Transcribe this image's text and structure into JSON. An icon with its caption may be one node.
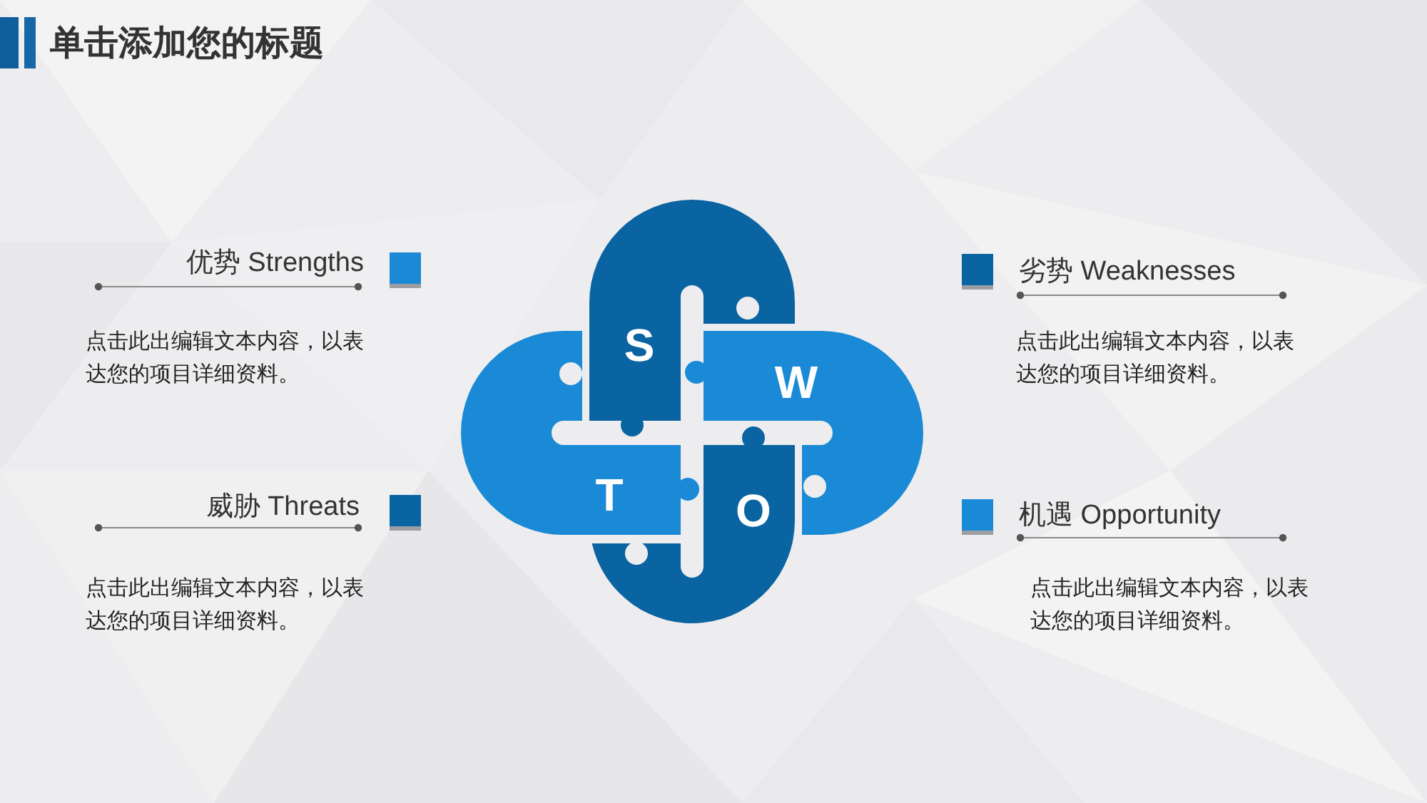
{
  "diagram": {
    "title": "单击添加您的标题",
    "nodes": [
      {
        "text": [
          "S"
        ]
      },
      {
        "text": [
          "W"
        ]
      },
      {
        "text": [
          "T"
        ]
      },
      {
        "text": [
          "O"
        ]
      }
    ],
    "labels": [
      "优势 Strengths",
      "劣势 Weaknesses",
      "点击此出编辑文本内容，以表达您的项目详细资料。",
      "点击此出编辑文本内容，以表达您的项目详细资料。",
      "威胁 Threats",
      "机遇 Opportunity",
      "点击此出编辑文本内容，以表达您的项目详细资料。",
      "点击此出编辑文本内容，以表达您的项目详细资料。"
    ]
  }
}
